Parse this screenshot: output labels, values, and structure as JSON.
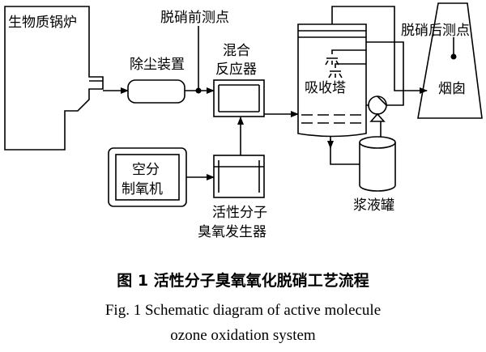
{
  "labels": {
    "boiler": "生物质锅炉",
    "dust_remover": "除尘装置",
    "pre_measure": "脱硝前测点",
    "mixing_reactor_line1": "混合",
    "mixing_reactor_line2": "反应器",
    "absorber": "吸收塔",
    "post_measure": "脱硝后测点",
    "chimney": "烟囱",
    "air_sep_line1": "空分",
    "air_sep_line2": "制氧机",
    "ozone_gen_line1": "活性分子",
    "ozone_gen_line2": "臭氧发生器",
    "slurry_tank": "浆液罐"
  },
  "caption": {
    "cn": "图 1   活性分子臭氧氧化脱硝工艺流程",
    "en_line1": "Fig. 1    Schematic diagram of active molecule",
    "en_line2": "ozone oxidation system"
  }
}
